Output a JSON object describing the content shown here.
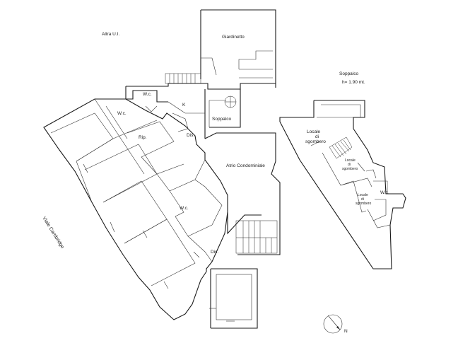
{
  "labels": {
    "altra_ui": "Altra U.I.",
    "giardinetto": "Giardinetto",
    "wc_1": "W.c.",
    "k": "K",
    "wc_2": "W.c.",
    "soppalco_small": "Soppalco",
    "rip": "Rip.",
    "dis_1": "Dis.",
    "atrio": "Atrio  Condominiale",
    "wc_3": "W.c.",
    "dis_2": "Dis.",
    "street": "Viale  Cambridge",
    "soppalco_title": "Soppalco",
    "soppalco_height": "h= 1.90 mt.",
    "locale_1a": "Locale",
    "locale_1b": "di",
    "locale_1c": "sgombero",
    "locale_2a": "Locale",
    "locale_2b": "di",
    "locale_2c": "sgombero",
    "locale_3a": "Locale",
    "locale_3b": "di",
    "locale_3c": "sgombero",
    "wc_4": "W.c.",
    "north": "N"
  },
  "colors": {
    "line": "#1a1a1a",
    "background": "#ffffff"
  }
}
